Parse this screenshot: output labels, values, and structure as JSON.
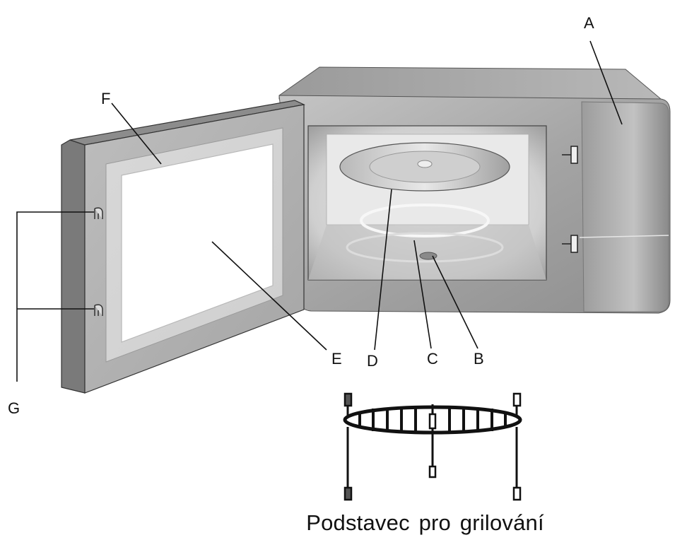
{
  "labels": {
    "a": "A",
    "b": "B",
    "c": "C",
    "d": "D",
    "e": "E",
    "f": "F",
    "g": "G"
  },
  "caption": "Podstavec pro grilování",
  "colors": {
    "outline": "#111111",
    "body": "#a9a9a9",
    "cavity": "#d9d9d9",
    "background": "#ffffff"
  }
}
